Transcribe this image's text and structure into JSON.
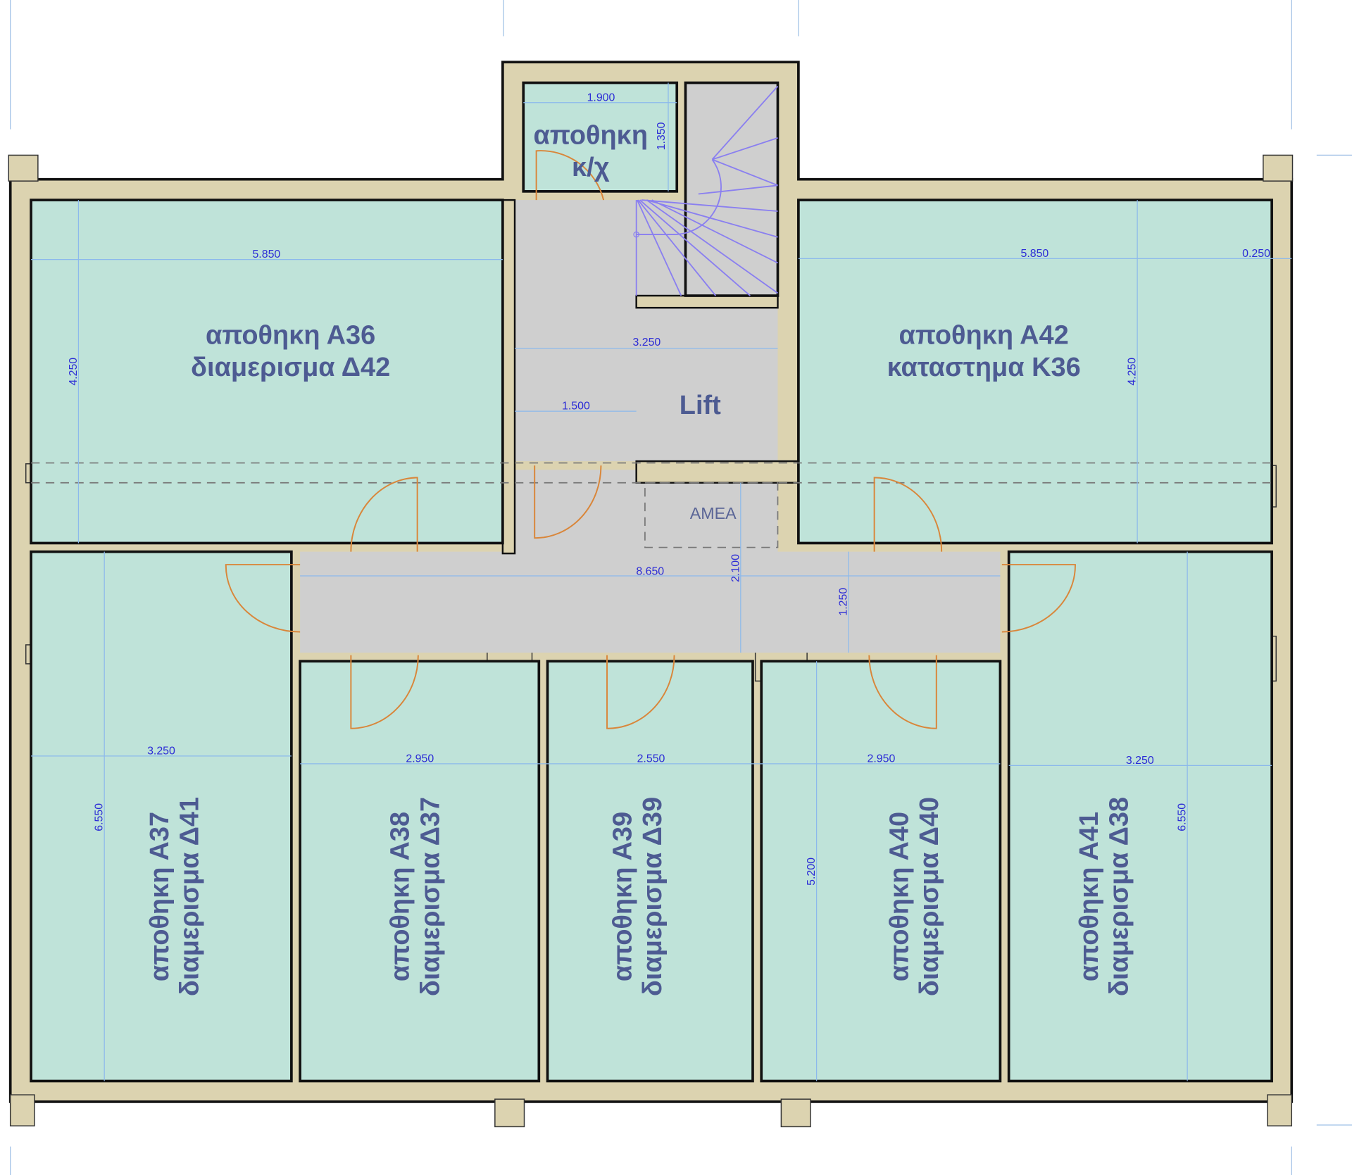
{
  "rooms": {
    "kx": {
      "line1": "αποθηκη",
      "line2": "κ/χ"
    },
    "a36": {
      "line1": "αποθηκη Α36",
      "line2": "διαμερισμα Δ42"
    },
    "a42": {
      "line1": "αποθηκη Α42",
      "line2": "καταστημα Κ36"
    },
    "a37": {
      "line1": "αποθηκη Α37",
      "line2": "διαμερισμα Δ41"
    },
    "a38": {
      "line1": "αποθηκη Α38",
      "line2": "διαμερισμα Δ37"
    },
    "a39": {
      "line1": "αποθηκη Α39",
      "line2": "διαμερισμα Δ39"
    },
    "a40": {
      "line1": "αποθηκη Α40",
      "line2": "διαμερισμα Δ40"
    },
    "a41": {
      "line1": "αποθηκη Α41",
      "line2": "διαμερισμα Δ38"
    },
    "lift": "Lift",
    "amea": "AMEA"
  },
  "dimensions": {
    "kx_width": "1.900",
    "kx_depth": "1.350",
    "a36_width": "5.850",
    "a42_width": "5.850",
    "wall_right": "0.250",
    "a36_depth": "4.250",
    "a42_depth": "4.250",
    "core_width": "3.250",
    "lift_offset": "1.500",
    "corridor_length": "8.650",
    "amea_depth": "2.100",
    "corridor_width": "1.250",
    "a37_width": "3.250",
    "a38_width": "2.950",
    "a39_width": "2.550",
    "a40_width": "2.950",
    "a41_width": "3.250",
    "a37_depth": "6.550",
    "a40_depth": "5.200",
    "a41_depth": "6.550"
  },
  "colors": {
    "room": "#bfe3d9",
    "wall": "#dcd3b0",
    "circulation": "#cfcfcf",
    "label": "#4d5b92",
    "dimension": "#2b2bd6",
    "door": "#d9863a"
  }
}
